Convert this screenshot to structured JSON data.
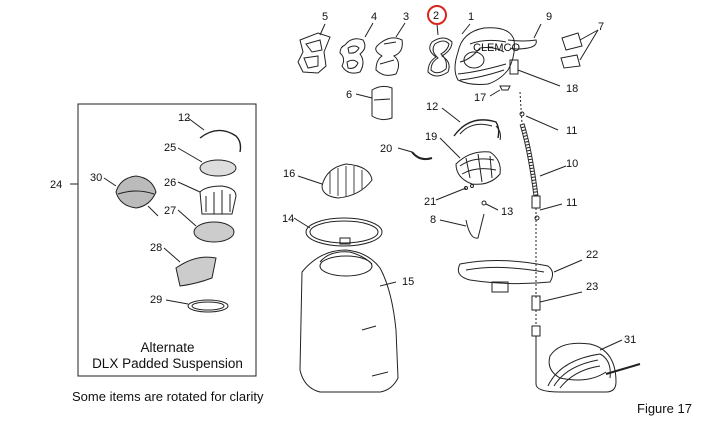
{
  "diagram": {
    "inset_title_line1": "Alternate",
    "inset_title_line2": "DLX Padded Suspension",
    "footer_note": "Some items are rotated for clarity",
    "figure_label": "Figure 17",
    "callouts": {
      "c1": "1",
      "c2": "2",
      "c3": "3",
      "c4": "4",
      "c5": "5",
      "c6": "6",
      "c7": "7",
      "c8": "8",
      "c9": "9",
      "c10": "10",
      "c11a": "11",
      "c11b": "11",
      "c12a": "12",
      "c12b": "12",
      "c13": "13",
      "c14": "14",
      "c15": "15",
      "c16": "16",
      "c17": "17",
      "c18": "18",
      "c19": "19",
      "c20": "20",
      "c21": "21",
      "c22": "22",
      "c23": "23",
      "c24": "24",
      "c25": "25",
      "c26": "26",
      "c27": "27",
      "c28": "28",
      "c29": "29",
      "c30": "30",
      "c31": "31"
    },
    "helmet_brand": "CLEMCO",
    "highlight_color": "#d9261c",
    "line_color": "#222222"
  }
}
